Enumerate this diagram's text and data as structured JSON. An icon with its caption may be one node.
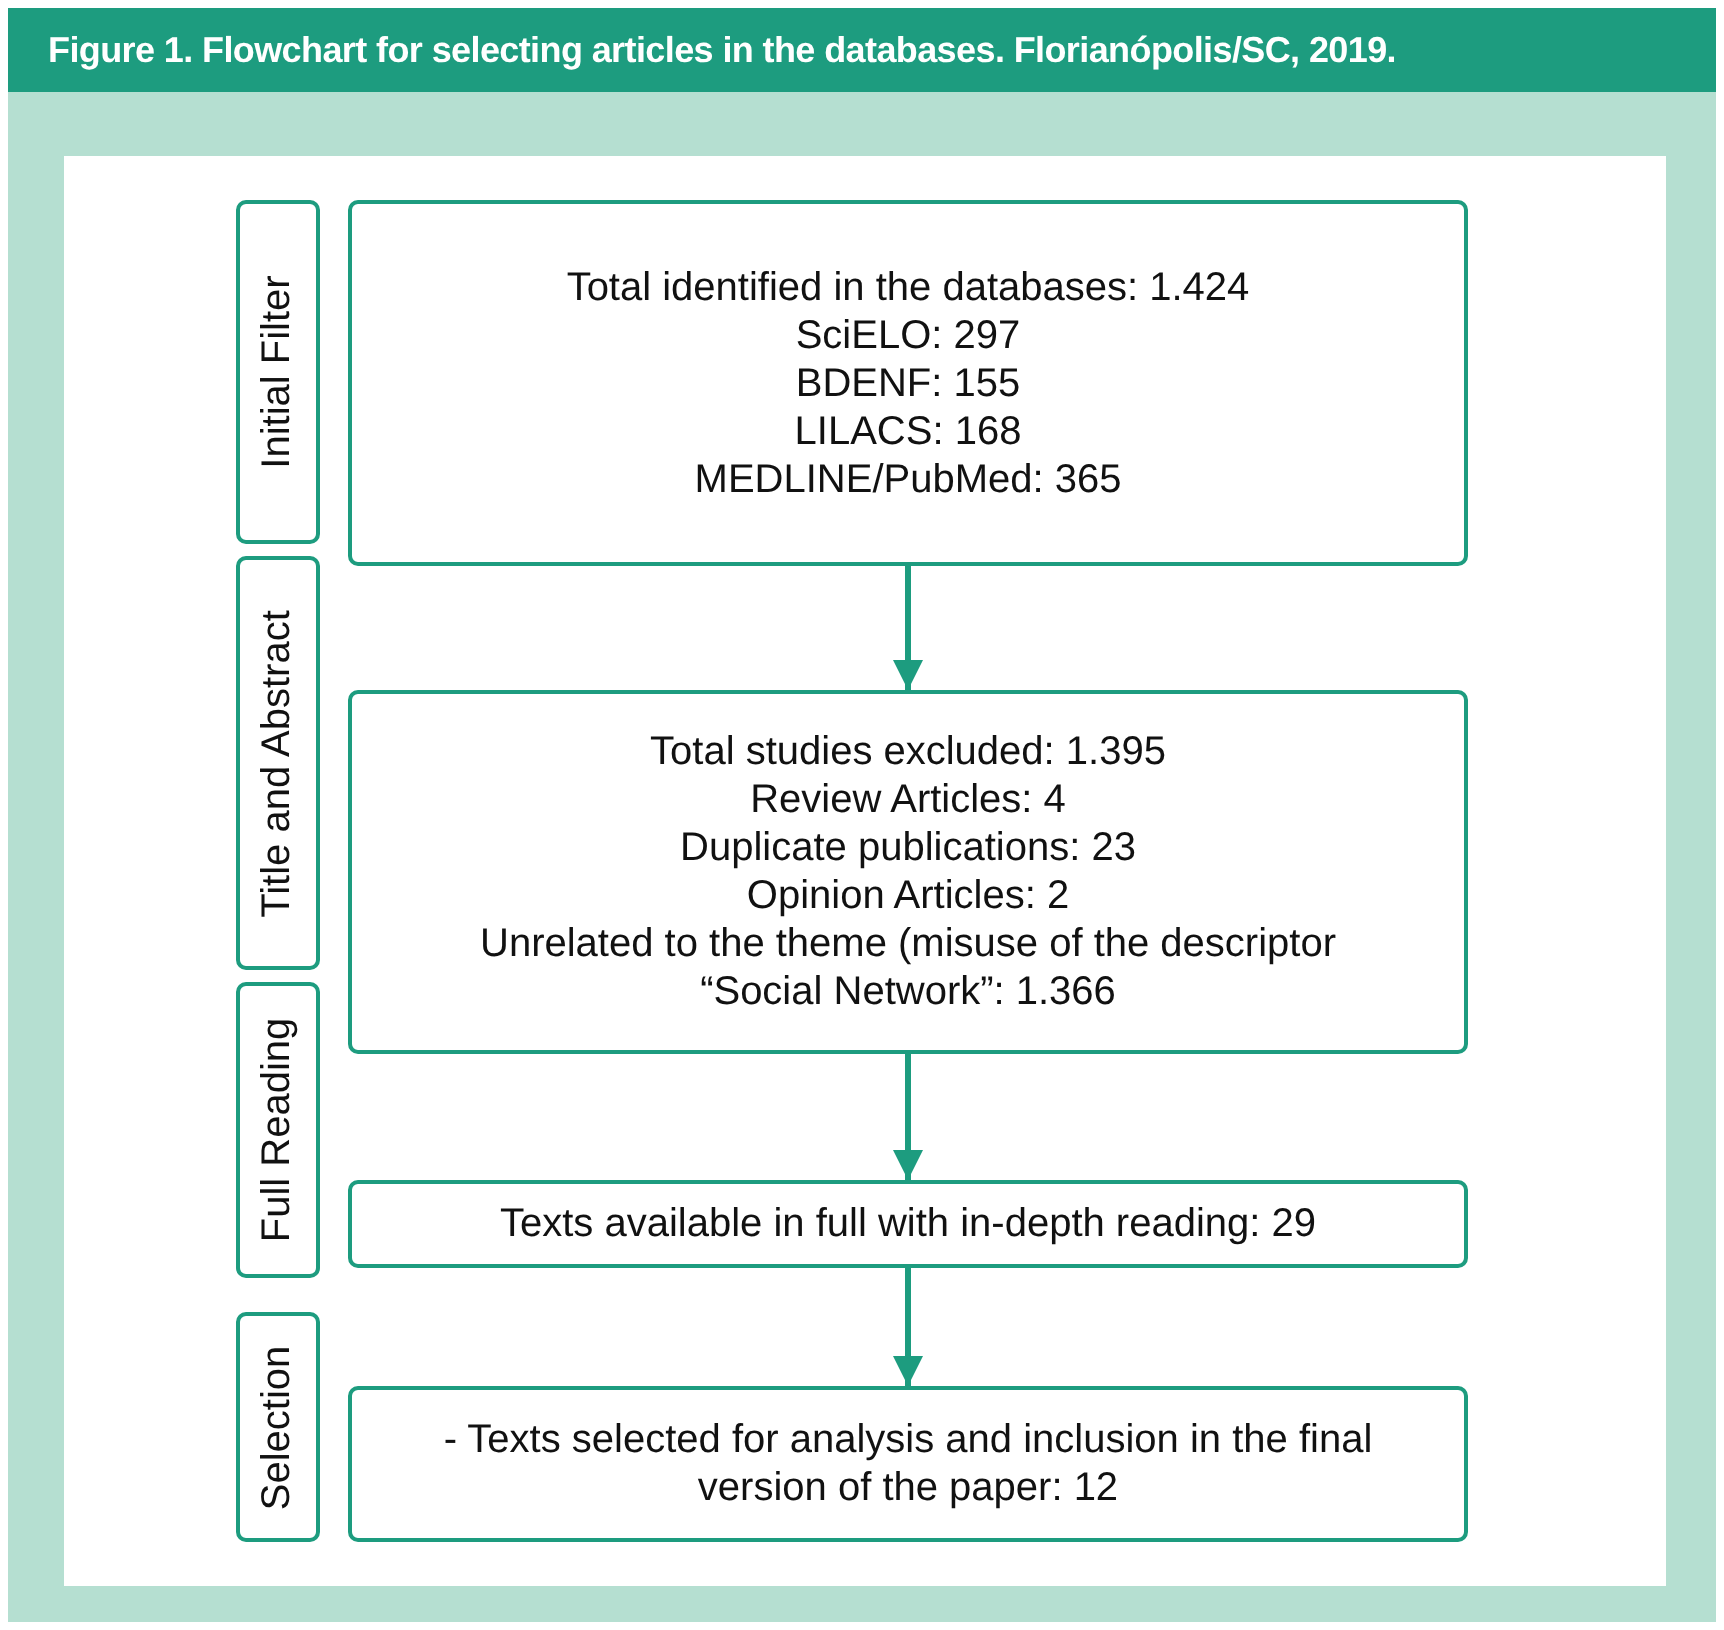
{
  "diagram": {
    "title": "Figure 1. Flowchart for selecting articles in the databases. Florianópolis/SC, 2019.",
    "nodes": [
      {
        "text": [
          "Initial Filter"
        ]
      },
      {
        "text": [
          "Total identified in the databases: 1.424",
          "SciELO: 297",
          "BDENF: 155",
          "LILACS: 168",
          "MEDLINE/PubMed: 365"
        ]
      },
      {
        "text": [
          "Title and Abstract"
        ]
      },
      {
        "text": [
          "Total studies excluded: 1.395",
          "Review Articles: 4",
          "Duplicate publications: 23",
          "Opinion Articles: 2",
          "Unrelated to the theme (misuse of the descriptor “Social Network”: 1.366"
        ]
      },
      {
        "text": [
          "Full Reading"
        ]
      },
      {
        "text": [
          "Texts available in full with in-depth reading: 29"
        ]
      },
      {
        "text": [
          "Selection"
        ]
      },
      {
        "text": [
          "- Texts selected for analysis and inclusion in the final version of the paper: 12"
        ]
      }
    ],
    "edges": [
      {
        "from": 1,
        "to": 3,
        "arrow": "to"
      },
      {
        "from": 3,
        "to": 5,
        "arrow": "to"
      },
      {
        "from": 5,
        "to": 7,
        "arrow": "to"
      }
    ]
  }
}
